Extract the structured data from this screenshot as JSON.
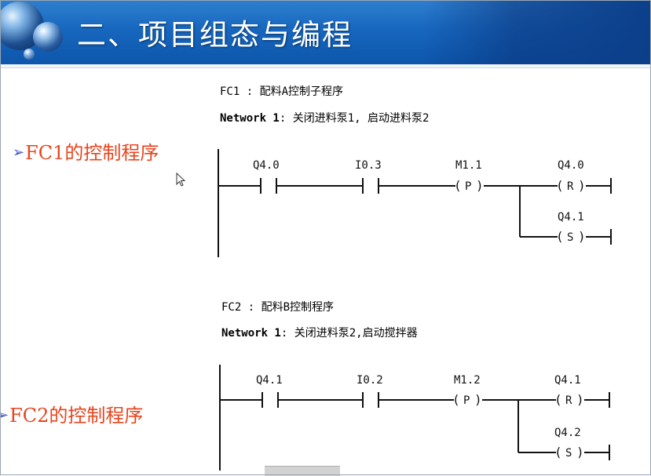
{
  "header": {
    "title": "二、项目组态与编程"
  },
  "labels": [
    {
      "marker": "➢",
      "text": "FC1的控制程序"
    },
    {
      "marker": "➢",
      "text": "FC2的控制程序"
    }
  ],
  "programs": [
    {
      "title": "FC1 : 配料A控制子程序",
      "network_label": "Network 1",
      "network_desc": ": 关闭进料泵1, 启动进料泵2",
      "contacts": [
        "Q4.0",
        "I0.3"
      ],
      "edge": {
        "addr": "M1.1",
        "sym": "P"
      },
      "coils": [
        {
          "addr": "Q4.0",
          "sym": "R"
        },
        {
          "addr": "Q4.1",
          "sym": "S"
        }
      ]
    },
    {
      "title": "FC2 : 配料B控制程序",
      "network_label": "Network 1",
      "network_desc": ": 关闭进料泵2,启动搅拌器",
      "contacts": [
        "Q4.1",
        "I0.2"
      ],
      "edge": {
        "addr": "M1.2",
        "sym": "P"
      },
      "coils": [
        {
          "addr": "Q4.1",
          "sym": "R"
        },
        {
          "addr": "Q4.2",
          "sym": "S"
        }
      ]
    }
  ],
  "colors": {
    "header": "#1767bf",
    "label": "#e8451e",
    "marker": "#3b52c8"
  },
  "icons": [
    "sphere-logo-icon",
    "mouse-cursor-icon"
  ]
}
